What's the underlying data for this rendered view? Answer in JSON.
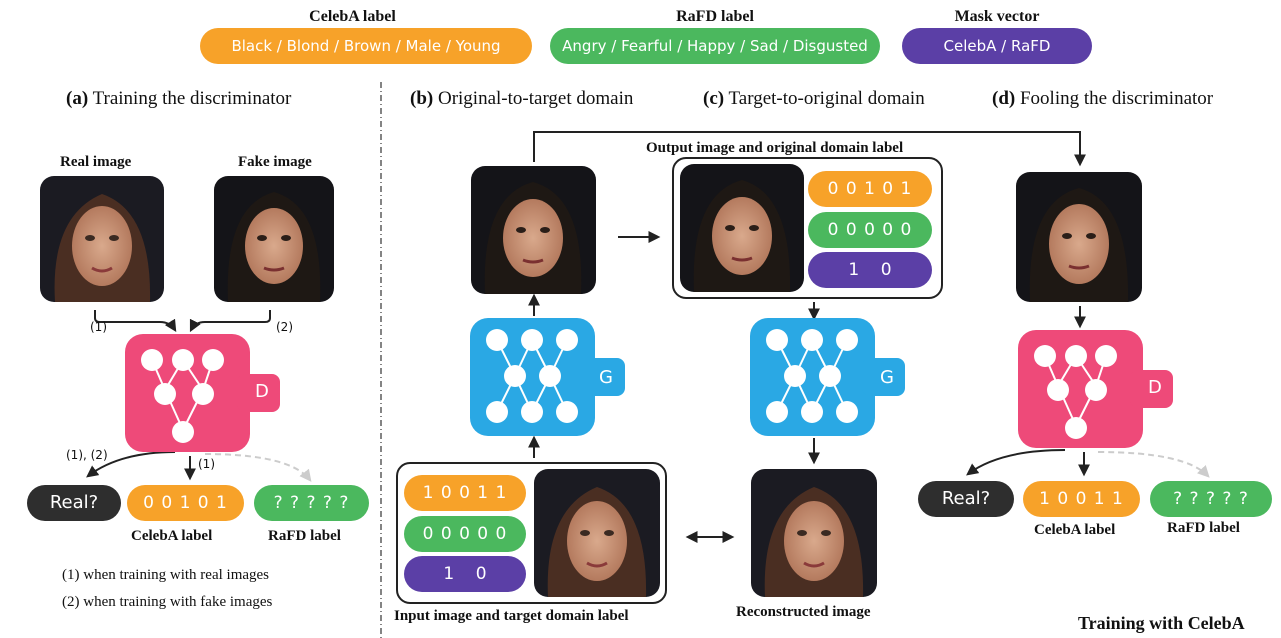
{
  "header": {
    "celeba_title": "CelebA label",
    "celeba_values": "Black / Blond / Brown / Male / Young",
    "rafd_title": "RaFD label",
    "rafd_values": "Angry / Fearful / Happy / Sad / Disgusted",
    "mask_title": "Mask vector",
    "mask_values": "CelebA / RaFD"
  },
  "sections": {
    "a_prefix": "(a)",
    "a_title": "Training the discriminator",
    "b_prefix": "(b)",
    "b_title": "Original-to-target domain",
    "c_prefix": "(c)",
    "c_title": "Target-to-original domain",
    "d_prefix": "(d)",
    "d_title": "Fooling the discriminator"
  },
  "panel_a": {
    "real_image_label": "Real image",
    "fake_image_label": "Fake image",
    "arrow1": "(1)",
    "arrow2": "(2)",
    "arrow12": "(1), (2)",
    "arrow1b": "(1)",
    "d_label": "D",
    "real_pill": "Real?",
    "celeba_pill": "0 0 1 0 1",
    "rafd_pill": "? ? ? ? ?",
    "celeba_caption": "CelebA label",
    "rafd_caption": "RaFD label",
    "legend1": "(1) when training with real images",
    "legend2": "(2) when training with fake images"
  },
  "panel_bc": {
    "output_group_label": "Output image and original domain label",
    "out_celeba": "0 0 1 0 1",
    "out_rafd": "0 0 0 0 0",
    "out_mask": "1    0",
    "g_label": "G",
    "in_celeba": "1 0 0 1 1",
    "in_rafd": "0 0 0 0 0",
    "in_mask": "1    0",
    "input_group_label": "Input image and target domain label",
    "reconstructed_label": "Reconstructed image"
  },
  "panel_d": {
    "d_label": "D",
    "real_pill": "Real?",
    "celeba_pill": "1 0 0 1 1",
    "rafd_pill": "? ? ? ? ?",
    "celeba_caption": "CelebA label",
    "rafd_caption": "RaFD label",
    "footer": "Training with CelebA"
  },
  "colors": {
    "celeba": "#F7A229",
    "rafd": "#4BB85E",
    "mask": "#5B3FA6",
    "discriminator": "#EE4A79",
    "generator": "#2AA8E4"
  }
}
